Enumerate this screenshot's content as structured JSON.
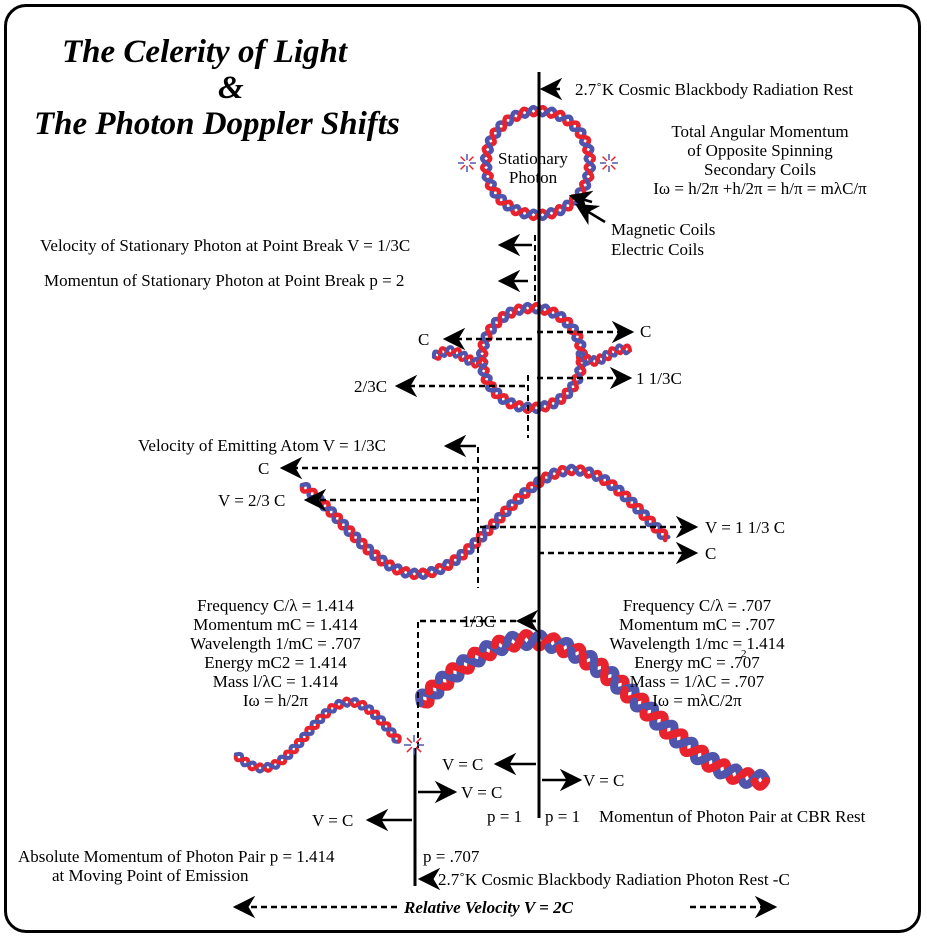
{
  "title": {
    "line1": "The Celerity of Light",
    "line2": "&",
    "line3": "The Photon Doppler Shifts"
  },
  "top_rest_label": "2.7˚K Cosmic Blackbody Radiation Rest",
  "stationary_photon": {
    "label1": "Stationary",
    "label2": "Photon",
    "angular": [
      "Total Angular Momentum",
      "of Opposite Spinning",
      "Secondary Coils",
      "Iω = h/2π +h/2π = h/π = mλC/π"
    ],
    "magnetic": "Magnetic Coils",
    "electric": "Electric Coils"
  },
  "point_break": {
    "velocity": "Velocity of Stationary Photon at Point Break V = 1/3C",
    "momentum": "Momentun of Stationary Photon at Point Break p = 2"
  },
  "moving_loop": {
    "c_left": "C",
    "c_right": "C",
    "two_thirds": "2/3C",
    "one_and_third": "1 1/3C"
  },
  "emitting": {
    "velocity": "Velocity of Emitting Atom V = 1/3C",
    "c_left": "C",
    "v_left": "V = 2/3 C",
    "v_right": "V = 1 1/3 C",
    "c_right": "C"
  },
  "left_props": [
    "Frequency  C/λ = 1.414",
    "Momentum mC = 1.414",
    "Wavelength 1/mC = .707",
    "Energy mC2 = 1.414",
    "Mass l/λC = 1.414",
    "Iω = h/2π"
  ],
  "right_props": [
    "Frequency C/λ = .707",
    "Momentum mC = .707",
    "Wavelength 1/mc = 1.414",
    "Energy mC = .707",
    "Mass = 1/λC = .707",
    "Iω = mλC/2π"
  ],
  "energy_superscript": "2",
  "one_third": "1/3C",
  "bottom": {
    "vc1": "V = C",
    "vc2": "V = C",
    "vc3": "V = C",
    "vc4": "V = C",
    "p1": "p = 1",
    "p2": "p = 1",
    "cbr_momentum": "Momentun of Photon Pair at CBR Rest",
    "abs1": "Absolute Momentum of Photon Pair  p = 1.414",
    "abs2": "at Moving Point of Emission",
    "p707": "p = .707",
    "rest_c": "2.7˚K Cosmic Blackbody Radiation Photon Rest -C",
    "relative": "Relative Velocity  V = 2C"
  },
  "colors": {
    "red": "#e8232e",
    "blue": "#4f55ad"
  }
}
